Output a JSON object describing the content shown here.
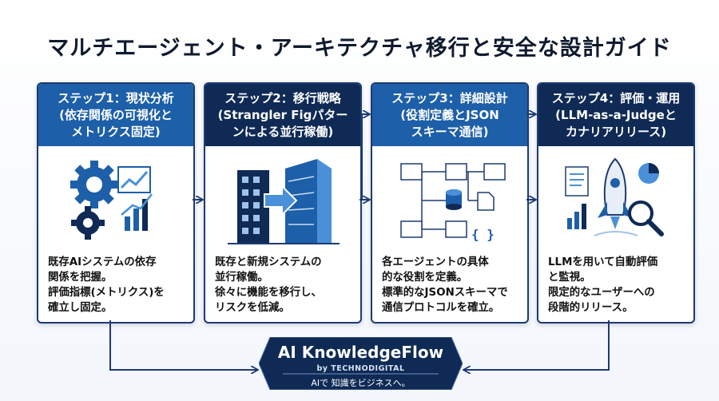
{
  "title": "マルチエージェント・アーキテクチャ移行と安全な設計ガイド",
  "steps": [
    {
      "header": [
        "ステップ1：現状分析",
        "(依存関係の可視化と",
        "メトリクス固定)"
      ],
      "body": [
        "既存AIシステムの依存",
        "関係を把握。",
        "評価指標(メトリクス)を",
        "確立し固定。"
      ]
    },
    {
      "header": [
        "ステップ2：移行戦略",
        "(Strangler Figパター",
        "ンによる並行稼働)"
      ],
      "body": [
        "既存と新規システムの",
        "並行稼働。",
        "徐々に機能を移行し、",
        "リスクを低減。"
      ]
    },
    {
      "header": [
        "ステップ3：詳細設計",
        "(役割定義とJSON",
        "スキーマ通信)"
      ],
      "body": [
        "各エージェントの具体",
        "的な役割を定義。",
        "標準的なJSONスキーマで",
        "通信プロトコルを確立。"
      ]
    },
    {
      "header": [
        "ステップ4：評価・運用",
        "(LLM-as-a-Judgeと",
        "カナリアリリース)"
      ],
      "body": [
        "LLMを用いて自動評価",
        "と監視。",
        "限定的なユーザーへの",
        "段階的リリース。"
      ]
    }
  ],
  "json_icon_text": "{ }",
  "footer": {
    "title": "AI KnowledgeFlow",
    "subtitle": "by TECHNODIGITAL",
    "tagline": "AIで 知識をビジネスへ。"
  },
  "colors": {
    "navy": "#0f2a55",
    "blue": "#1d5fa8",
    "border": "#1d3b73",
    "light_blue": "#4a90d9"
  }
}
